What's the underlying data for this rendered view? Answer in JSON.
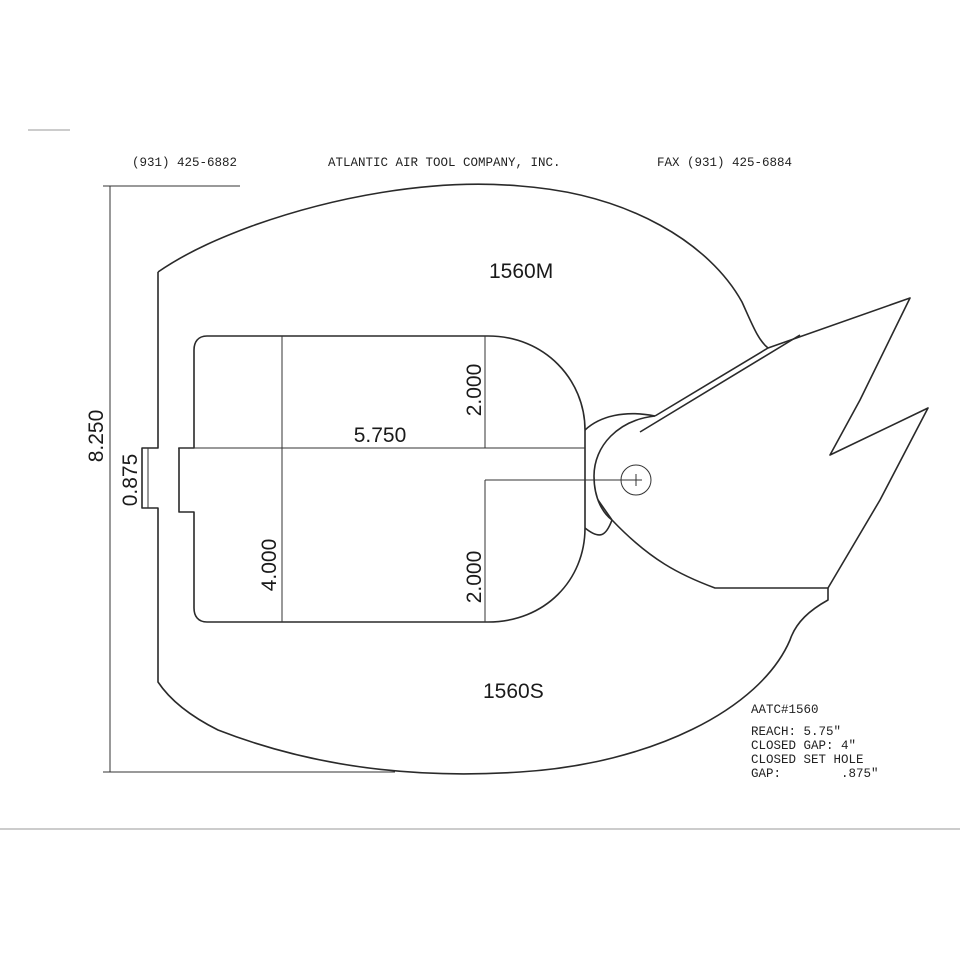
{
  "header": {
    "phone": "(931) 425-6882",
    "company": "ATLANTIC AIR TOOL COMPANY, INC.",
    "fax": "FAX (931) 425-6884"
  },
  "parts": {
    "upper": "1560M",
    "lower": "1560S"
  },
  "dimensions": {
    "overall_height": "8.250",
    "set_hole_gap": "0.875",
    "reach": "5.750",
    "closed_gap": "4.000",
    "half_gap_top": "2.000",
    "half_gap_bottom": "2.000"
  },
  "notes": {
    "model": "AATC#1560",
    "reach": "REACH:  5.75\"",
    "closed_gap": "CLOSED GAP: 4\"",
    "set_hole": "CLOSED SET HOLE",
    "gap": "GAP:        .875\""
  },
  "colors": {
    "line": "#2a2a2a",
    "paper": "#ffffff"
  }
}
